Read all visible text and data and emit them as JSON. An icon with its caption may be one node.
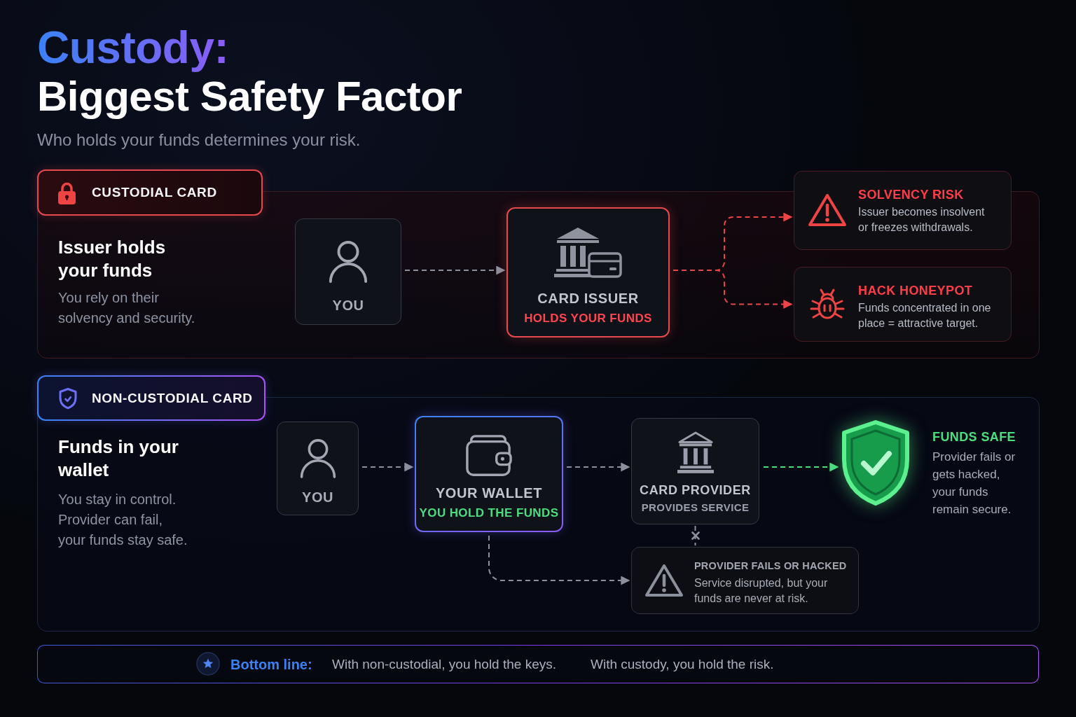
{
  "diagram": {
    "title": "Custody: Biggest Safety Factor",
    "nodes": [
      {
        "text": [
          "CUSTODIAL CARD"
        ]
      },
      {
        "text": [
          "Issuer holds your funds",
          "You rely on their solvency and security."
        ]
      },
      {
        "text": [
          "YOU"
        ],
        "in": 1
      },
      {
        "text": [
          "CARD ISSUER",
          "HOLDS YOUR FUNDS"
        ],
        "in": 1
      },
      {
        "text": [
          "SOLVENCY RISK",
          "Issuer becomes insolvent or freezes withdrawals."
        ]
      },
      {
        "text": [
          "HACK HONEYPOT",
          "Funds concentrated in one place = attractive target."
        ],
        "in": 1
      },
      {
        "text": [
          "NON-CUSTODIAL CARD"
        ]
      },
      {
        "text": [
          "Funds in your wallet",
          "You stay in control. Provider can fail, your funds stay safe."
        ]
      },
      {
        "text": [
          "YOU"
        ],
        "in": 7
      },
      {
        "text": [
          "YOUR WALLET",
          "YOU HOLD THE FUNDS"
        ],
        "in": 7
      },
      {
        "text": [
          "CARD PROVIDER",
          "PROVIDES SERVICE"
        ],
        "in": 7
      },
      {
        "text": [],
        "shape": "picture",
        "beside": [
          "FUNDS SAFE",
          "Provider fails or gets hacked, your funds remain secure."
        ],
        "in": 7
      },
      {
        "text": [
          "PROVIDER FAILS OR HACKED",
          "Service disrupted, but your funds are never at risk."
        ],
        "in": 7
      },
      {
        "text": [
          "Bottom line:",
          "With non-custodial, you hold the keys.",
          "With custody, you hold the risk."
        ]
      }
    ],
    "edges": [
      {
        "from": 2,
        "to": 3,
        "arrow": "to",
        "style": "dashed"
      },
      {
        "from": 3,
        "to": 4,
        "arrow": "to",
        "style": "dashed",
        "color": "#ef4444"
      },
      {
        "from": 3,
        "to": 5,
        "arrow": "to",
        "style": "dashed",
        "color": "#ef4444"
      },
      {
        "from": 8,
        "to": 9,
        "arrow": "to",
        "style": "dashed"
      },
      {
        "from": 9,
        "to": 10,
        "arrow": "to",
        "style": "dashed"
      },
      {
        "from": 10,
        "to": 11,
        "arrow": "to",
        "style": "dashed",
        "color": "#4ade80"
      },
      {
        "from": 10,
        "to": 12,
        "arrow": "none",
        "style": "dashed"
      },
      {
        "from": 9,
        "to": 12,
        "arrow": "to",
        "style": "dashed"
      }
    ],
    "labels": [
      "Who holds your funds determines your risk."
    ]
  }
}
